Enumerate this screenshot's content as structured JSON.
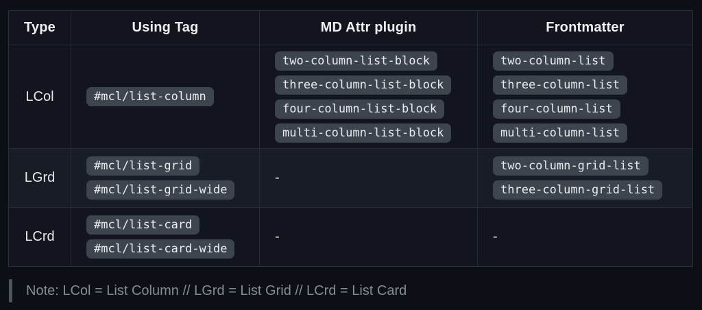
{
  "table": {
    "headers": [
      "Type",
      "Using Tag",
      "MD Attr plugin",
      "Frontmatter"
    ],
    "rows": [
      {
        "type": "LCol",
        "tags": [
          "#mcl/list-column"
        ],
        "md_attr": [
          "two-column-list-block",
          "three-column-list-block",
          "four-column-list-block",
          "multi-column-list-block"
        ],
        "frontmatter": [
          "two-column-list",
          "three-column-list",
          "four-column-list",
          "multi-column-list"
        ]
      },
      {
        "type": "LGrd",
        "tags": [
          "#mcl/list-grid",
          "#mcl/list-grid-wide"
        ],
        "md_attr": "-",
        "frontmatter": [
          "two-column-grid-list",
          "three-column-grid-list"
        ]
      },
      {
        "type": "LCrd",
        "tags": [
          "#mcl/list-card",
          "#mcl/list-card-wide"
        ],
        "md_attr": "-",
        "frontmatter": "-"
      }
    ]
  },
  "note": {
    "text": "Note: LCol = List Column // LGrd = List Grid // LCrd = List Card"
  },
  "colors": {
    "page_background": "#0c0f15",
    "cell_background": "#12151d",
    "stripe_background": "#181c25",
    "border": "#262b34",
    "pill_background": "#3e444d",
    "pill_text": "#e9ebee",
    "header_text": "#eef0f3",
    "note_text": "#868c93"
  }
}
